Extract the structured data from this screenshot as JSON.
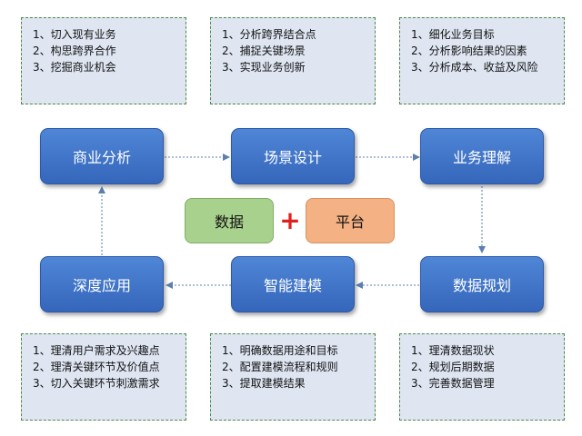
{
  "notes": {
    "top_left": [
      "1、切入现有业务",
      "2、构思跨界合作",
      "3、挖掘商业机会"
    ],
    "top_middle": [
      "1、分析跨界结合点",
      "2、捕捉关键场景",
      "3、实现业务创新"
    ],
    "top_right": [
      "1、细化业务目标",
      "2、分析影响结果的因素",
      "3、分析成本、收益及风险"
    ],
    "bottom_left": [
      "1、理清用户需求及兴趣点",
      "2、理清关键环节及价值点",
      "3、切入关键环节刺激需求"
    ],
    "bottom_middle": [
      "1、明确数据用途和目标",
      "2、配置建模流程和规则",
      "3、提取建模结果"
    ],
    "bottom_right": [
      "1、理清数据现状",
      "2、规划后期数据",
      "3、完善数据管理"
    ]
  },
  "nodes": {
    "business_analysis": "商业分析",
    "scenario_design": "场景设计",
    "business_understanding": "业务理解",
    "data_planning": "数据规划",
    "intelligent_modeling": "智能建模",
    "deep_application": "深度应用"
  },
  "center": {
    "data_label": "数据",
    "plus": "+",
    "platform_label": "平台"
  },
  "colors": {
    "node_blue": "#3f74c8",
    "note_bg": "#dfe6f2",
    "note_border": "#4a8a44",
    "data_green": "#a9d18e",
    "platform_orange": "#f4b183",
    "plus_red": "#e02020",
    "arrow": "#5a7fb0"
  }
}
